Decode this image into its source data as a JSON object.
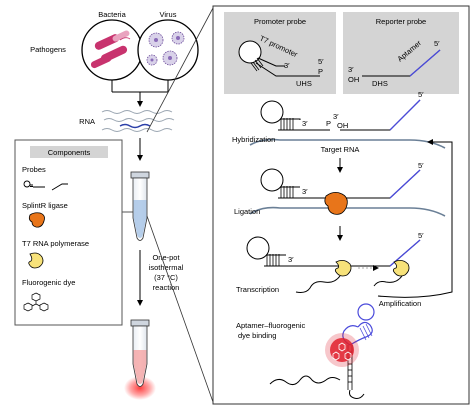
{
  "left": {
    "pathogens_label": "Pathogens",
    "bacteria_label": "Bacteria",
    "virus_label": "Virus",
    "rna_label": "RNA",
    "components": {
      "title": "Components",
      "probes": "Probes",
      "ligase": "SplintR ligase",
      "polymerase": "T7 RNA polymerase",
      "dye": "Fluorogenic dye"
    },
    "reaction": {
      "line1": "One-pot",
      "line2": "isothermal",
      "line3": "(37 °C)",
      "line4": "reaction"
    }
  },
  "right": {
    "promoter_probe": {
      "title": "Promoter probe",
      "t7_promoter": "T7 promoter",
      "three_prime": "3′",
      "five_prime": "5′",
      "p": "P",
      "uhs": "UHS"
    },
    "reporter_probe": {
      "title": "Reporter probe",
      "aptamer": "Aptamer",
      "five_prime": "5′",
      "three_prime": "3′",
      "oh": "OH",
      "dhs": "DHS"
    },
    "hybridization": {
      "label": "Hybridization",
      "three_prime_left": "3′",
      "p": "P",
      "three_prime_right": "3′",
      "oh": "OH",
      "five_prime": "5′",
      "target_rna": "Target RNA"
    },
    "ligation": {
      "label": "Ligation",
      "three_prime": "3′",
      "five_prime": "5′"
    },
    "transcription": {
      "label": "Transcription",
      "three_prime": "3′",
      "five_prime": "5′"
    },
    "amplification": "Amplification",
    "binding": {
      "line1": "Aptamer–fluorogenic",
      "line2": "dye binding"
    }
  },
  "colors": {
    "blue": "#4a4adb",
    "orange": "#e8751a",
    "yellow": "#f7e27a",
    "red": "#e0202e",
    "pink": "#c8336e",
    "panel_gray": "#d4d4d4",
    "tube_blue": "#a9c6e6"
  }
}
